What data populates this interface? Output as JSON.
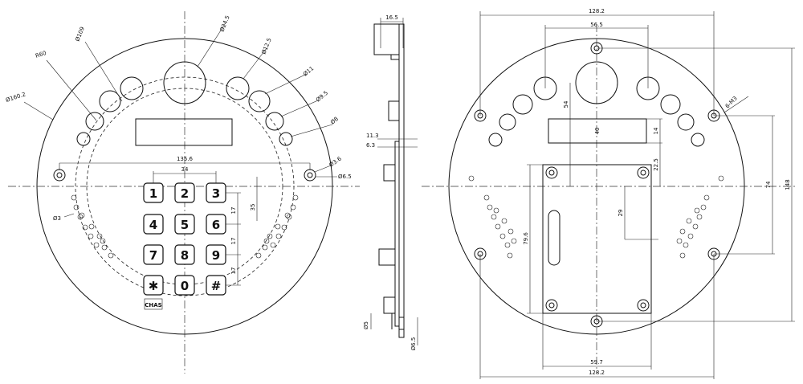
{
  "front_view": {
    "dims": {
      "d160": "Ø160.2",
      "r60": "R60",
      "d109": "Ø109",
      "d24": "Ø24.5",
      "d12": "Ø12.5",
      "d11": "Ø11",
      "d95": "Ø9.5",
      "d8": "Ø8",
      "d36": "Ø3.6",
      "d65": "Ø6.5",
      "d3": "Ø3",
      "w1356": "135.6",
      "w34": "34",
      "v17a": "17",
      "v17b": "17",
      "v17c": "17",
      "v35": "35"
    },
    "keypad": [
      "1",
      "2",
      "3",
      "4",
      "5",
      "6",
      "7",
      "8",
      "9",
      "✱",
      "0",
      "#"
    ],
    "label": "CHAS"
  },
  "side_view": {
    "dims": {
      "w165": "16.5",
      "w113": "11.3",
      "w63": "6.3",
      "d5": "Ø5",
      "d65": "Ø6.5"
    }
  },
  "rear_view": {
    "dims": {
      "w1282_top": "128.2",
      "w565": "56.5",
      "v54": "54",
      "v40": "40",
      "v14": "14",
      "v225": "22.5",
      "m3": "6-M3",
      "v74": "74",
      "v148": "148",
      "v29": "29",
      "v796": "79.6",
      "w597": "59.7",
      "w1282_bot": "128.2"
    }
  }
}
